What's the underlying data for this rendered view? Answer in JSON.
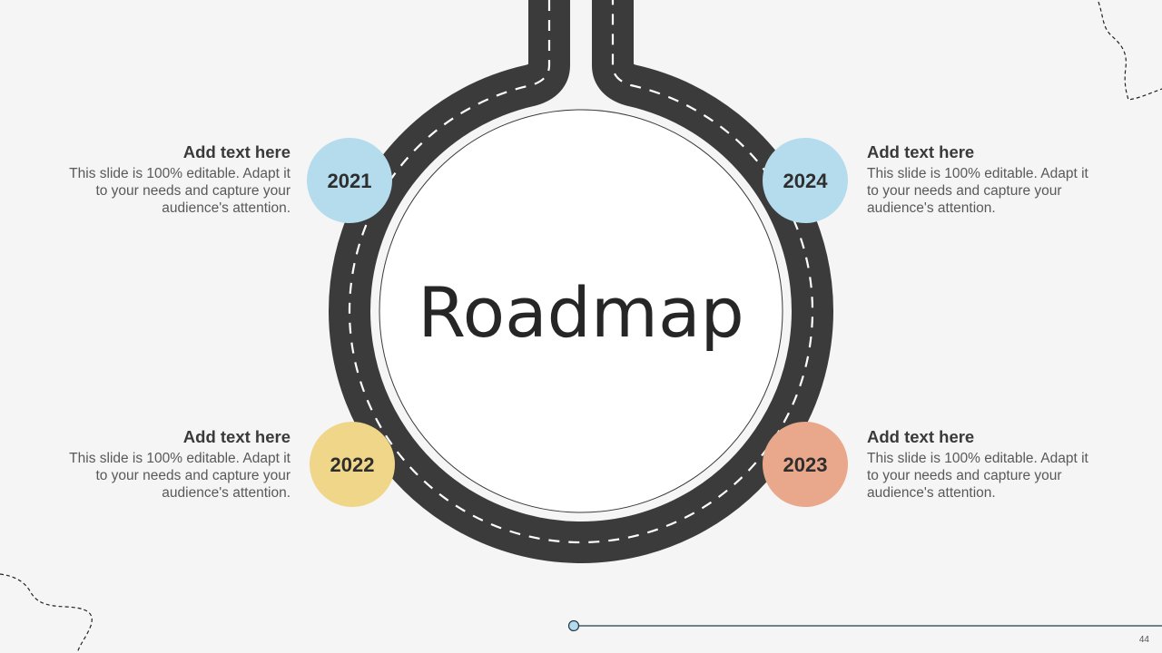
{
  "title": "Roadmap",
  "page_number": "44",
  "colors": {
    "background": "#f5f5f5",
    "road": "#3b3b3b",
    "lane_marking": "#ffffff",
    "blue_marker": "#b4dcec",
    "yellow_marker": "#efd688",
    "salmon_marker": "#e9a78b"
  },
  "milestones": [
    {
      "year": "2021",
      "heading": "Add text here",
      "body": "This slide is 100% editable. Adapt it to your needs and capture your audience's attention.",
      "color": "#b4dcec"
    },
    {
      "year": "2022",
      "heading": "Add text here",
      "body": "This slide is 100% editable. Adapt it to your needs and capture your audience's attention.",
      "color": "#efd688"
    },
    {
      "year": "2023",
      "heading": "Add text here",
      "body": "This slide is 100% editable. Adapt it to your needs and capture your audience's attention.",
      "color": "#e9a78b"
    },
    {
      "year": "2024",
      "heading": "Add text here",
      "body": "This slide is 100% editable. Adapt it to your needs and capture your audience's attention.",
      "color": "#b4dcec"
    }
  ]
}
